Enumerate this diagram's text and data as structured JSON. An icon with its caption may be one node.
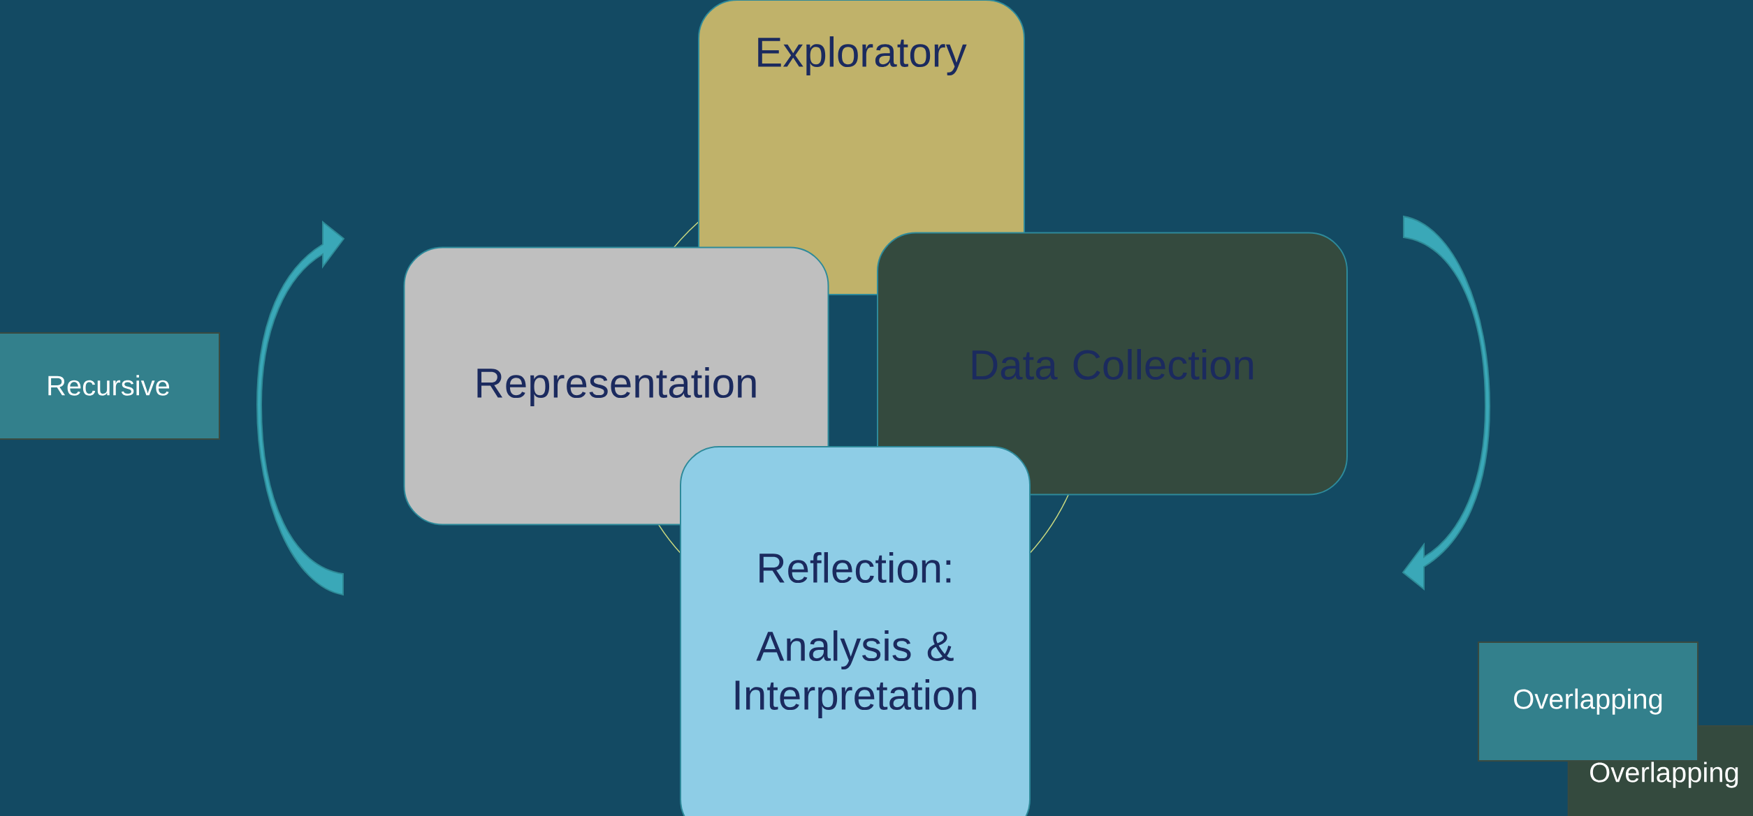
{
  "diagram": {
    "nodes": [
      {
        "text": [
          "Exploratory"
        ]
      },
      {
        "text": [
          "Representation"
        ]
      },
      {
        "text": [
          "Data Collection"
        ]
      },
      {
        "text": [
          "Reflection:",
          "Analysis & Interpretation"
        ]
      },
      {
        "text": [
          "Recursive"
        ]
      },
      {
        "text": [
          "Overlapping"
        ]
      },
      {
        "text": [
          "Overlapping"
        ]
      }
    ]
  }
}
